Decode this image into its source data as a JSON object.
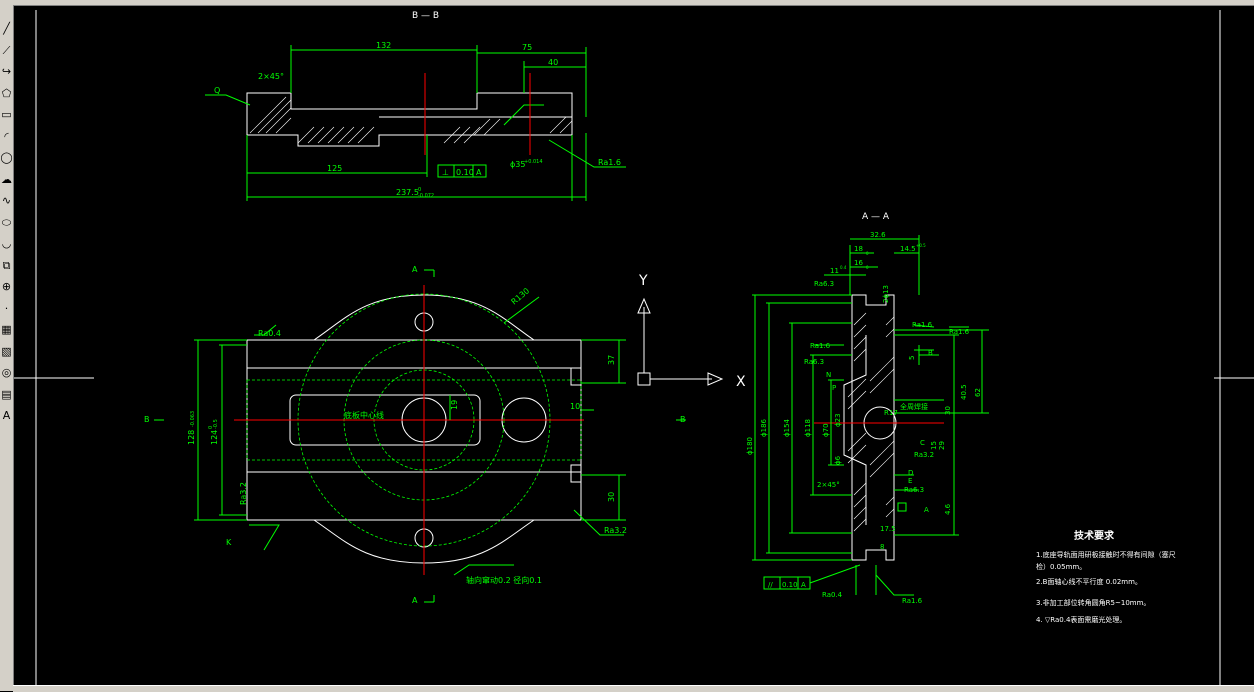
{
  "toolbar": {
    "tools": [
      {
        "name": "line-tool-icon",
        "glyph": "╱"
      },
      {
        "name": "construction-line-icon",
        "glyph": "⟋"
      },
      {
        "name": "polyline-icon",
        "glyph": "↪"
      },
      {
        "name": "polygon-icon",
        "glyph": "⬠"
      },
      {
        "name": "rectangle-icon",
        "glyph": "▭"
      },
      {
        "name": "arc-icon",
        "glyph": "◜"
      },
      {
        "name": "circle-icon",
        "glyph": "◯"
      },
      {
        "name": "revision-cloud-icon",
        "glyph": "☁"
      },
      {
        "name": "spline-icon",
        "glyph": "∿"
      },
      {
        "name": "ellipse-icon",
        "glyph": "⬭"
      },
      {
        "name": "ellipse-arc-icon",
        "glyph": "◡"
      },
      {
        "name": "insert-block-icon",
        "glyph": "⧉"
      },
      {
        "name": "make-block-icon",
        "glyph": "⊕"
      },
      {
        "name": "point-icon",
        "glyph": "·"
      },
      {
        "name": "hatch-icon",
        "glyph": "▦"
      },
      {
        "name": "gradient-icon",
        "glyph": "▧"
      },
      {
        "name": "region-icon",
        "glyph": "◎"
      },
      {
        "name": "table-icon",
        "glyph": "▤"
      },
      {
        "name": "multiline-text-icon",
        "glyph": "A"
      }
    ]
  },
  "drawing": {
    "section_bb": "B — B",
    "section_aa": "A — A",
    "top_view": {
      "dim_132": "132",
      "dim_75": "75",
      "dim_40": "40",
      "chamfer": "2×45°",
      "leader_q": "Q",
      "dim_125": "125",
      "dim_2375": "237.5",
      "dim_2375_tol": "0",
      "dim_2375_tol2": "-0.072",
      "tol_symbol": "⊥",
      "tol_value": "0.10",
      "tol_datum": "A",
      "bore": "ϕ35",
      "bore_tol": "+0.014",
      "rough": "Ra1.6"
    },
    "front_view": {
      "cut_a_top": "A",
      "cut_a_bottom": "A",
      "cut_b_left": "B",
      "cut_b_right": "B",
      "r130": "R130",
      "dim_37": "37",
      "dim_10": "10",
      "dim_19": "19",
      "dim_30": "30",
      "dim_128": "128",
      "dim_128_tol": "-0.063",
      "dim_124": "124",
      "dim_124_tol": "0",
      "dim_124_tol2": "-0.5",
      "rough_top": "Ra0.4",
      "rough_left": "Ra3.2",
      "rough_right": "Ra3.2",
      "center_label": "底板中心线",
      "leader_k": "K",
      "note": "轴向窜动0.2 径向0.1"
    },
    "axes": {
      "y": "Y",
      "x": "X"
    },
    "section_view": {
      "d326": "32.6",
      "d18": "18",
      "d18_tol": "0",
      "d14_5": "14.5",
      "d14_5_tol": "+0.5",
      "d16": "16",
      "d16_tol": "0",
      "d11": "11",
      "d11_tol": "0.4",
      "d2": "2ϕ13",
      "rough_63a": "Ra6.3",
      "rough_16a": "Ra1.6",
      "rough_16b": "Ra1.6",
      "rough_16c": "Ra1.6",
      "rough_63b": "Ra6.3",
      "rough_32": "Ra3.2",
      "rough_63c": "Ra6.3",
      "rough_04": "Ra0.4",
      "rough_16d": "Ra1.6",
      "label_n": "N",
      "label_p": "P",
      "label_b": "B",
      "label_c": "C",
      "label_d": "D",
      "label_e": "E",
      "label_a": "A",
      "d180": "ϕ180",
      "d186": "ϕ186",
      "d154": "ϕ154",
      "d118": "ϕ118",
      "d70": "ϕ70",
      "d23": "ϕ23",
      "d6": "ϕ6",
      "r17": "R17",
      "chamfer2": "2×45°",
      "d15": "15",
      "d5": "5",
      "d30": "30",
      "d40_5": "40.5",
      "d62": "62",
      "d29": "29",
      "d17_5": "17.5",
      "d8": "8",
      "d_bottom": "4.6",
      "tol_symbol2": "//",
      "tol_value2": "0.10",
      "tol_datum2": "A",
      "weld_label": "全周焊接"
    },
    "tech_req": {
      "title": "技术要求",
      "line1a": "1.底座导轨面用研板接触时不得有间隙（塞尺",
      "line1b": "检）0.05mm。",
      "line2": "2.B面轴心线不平行度 0.02mm。",
      "line3": "3.非加工部位转角圆角R5~10mm。",
      "line4": "4. ▽Ra0.4表面需磨光处理。"
    }
  }
}
